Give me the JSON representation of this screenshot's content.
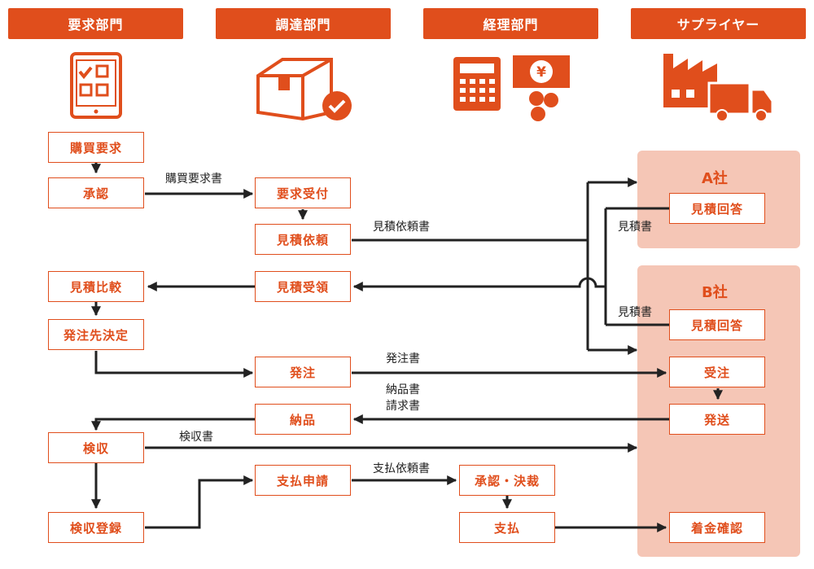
{
  "headers": {
    "request": "要求部門",
    "procurement": "調達部門",
    "accounting": "経理部門",
    "supplier": "サプライヤー"
  },
  "suppliers": {
    "a": "A社",
    "b": "B社"
  },
  "boxes": {
    "purchase_request": "購買要求",
    "approval": "承認",
    "request_receipt": "要求受付",
    "quote_request": "見積依頼",
    "quote_receive": "見積受領",
    "quote_compare": "見積比較",
    "vendor_decision": "発注先決定",
    "order": "発注",
    "delivery": "納品",
    "inspection": "検収",
    "inspection_register": "検収登録",
    "payment_apply": "支払申請",
    "approve_decide": "承認・決裁",
    "payment": "支払",
    "a_quote_answer": "見積回答",
    "b_quote_answer": "見積回答",
    "order_receive": "受注",
    "ship": "発送",
    "payment_confirm": "着金確認"
  },
  "labels": {
    "purchase_request_doc": "購買要求書",
    "quote_request_doc": "見積依頼書",
    "quote_a": "見積書",
    "quote_b": "見積書",
    "order_doc": "発注書",
    "delivery_doc": "納品書",
    "invoice_doc": "請求書",
    "inspection_doc": "検収書",
    "payment_request_doc": "支払依頼書"
  },
  "colors": {
    "accent": "#e04e1c",
    "panel": "#f5c6b6",
    "line": "#222222"
  },
  "icons": [
    "tablet-checklist-icon",
    "box-check-icon",
    "calculator-icon",
    "yen-bill-coins-icon",
    "factory-truck-icon"
  ]
}
